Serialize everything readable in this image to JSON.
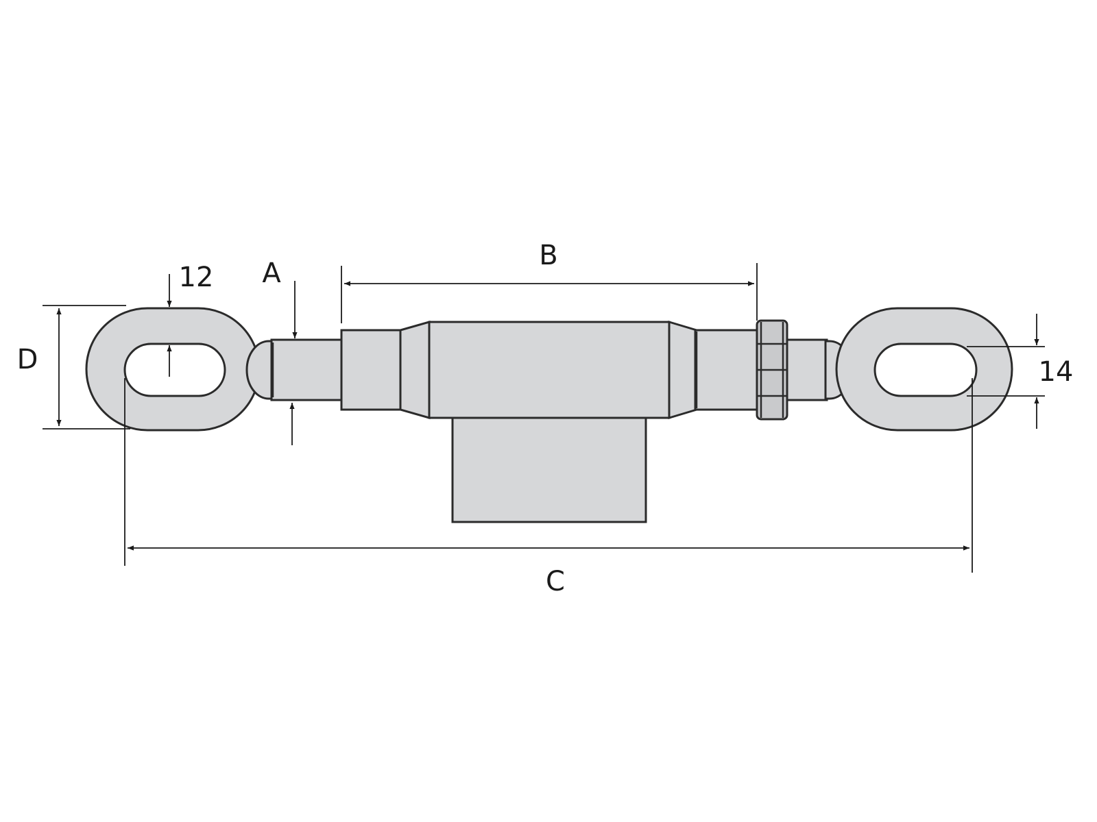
{
  "diagram": {
    "labels": {
      "eye_thickness": "12",
      "thread_diameter": "A",
      "body_length": "B",
      "overall_length": "C",
      "eye_height": "D",
      "hole_width": "14"
    },
    "colors": {
      "part_fill": "#d6d7d9",
      "outline": "#2b2b2b",
      "dimension_line": "#1a1a1a",
      "background": "#ffffff"
    }
  }
}
